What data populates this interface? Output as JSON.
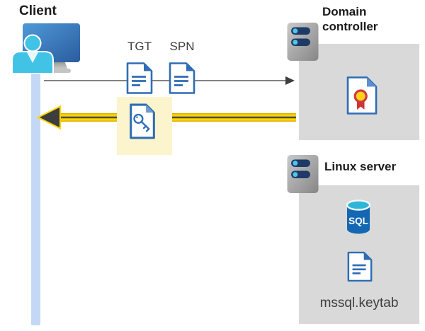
{
  "client": {
    "label": "Client"
  },
  "flow": {
    "tgt_label": "TGT",
    "spn_label": "SPN",
    "request_arrow": "gray-right-arrow-to-domain-controller",
    "response_arrow": "yellow-highlighted-left-arrow-to-client"
  },
  "domain_controller": {
    "label": "Domain controller"
  },
  "linux_server": {
    "label": "Linux server",
    "database_label": "SQL",
    "keytab_filename": "mssql.keytab"
  },
  "colors": {
    "monitor_blue_top": "#4e9ad7",
    "monitor_blue_bottom": "#2b5c9f",
    "person_cyan": "#41c3e6",
    "client_bar_blue": "#c3d8f5",
    "doc_border_blue": "#2e6db5",
    "key_doc_fold_blue": "#6f9bd0",
    "gray_arrow": "#595959",
    "arrowhead_dark": "#3d3d3d",
    "yellow_arrow": "#ffd400",
    "yellow_arrow_edge": "#e2ae00",
    "highlight_box_yellow": "#fcf4cc",
    "panel_gray": "#d9d9d9",
    "server_navy": "#1e3a66",
    "server_dot_cyan": "#4ec7ea",
    "seal_yellow": "#ffd21c",
    "seal_red": "#cf3434",
    "sql_body_blue": "#1467b3",
    "sql_top_teal": "#2eb6d9"
  }
}
